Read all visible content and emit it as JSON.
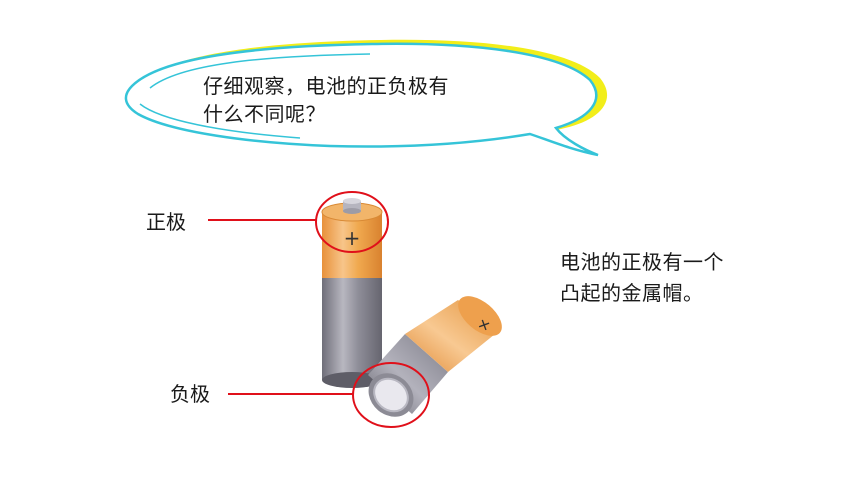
{
  "bubble": {
    "line1": "仔细观察，电池的正负极有",
    "line2": "什么不同呢？"
  },
  "labels": {
    "positive": "正极",
    "negative": "负极"
  },
  "battery_marks": {
    "upright_plus": "+",
    "lying_plus": "+"
  },
  "explanation": {
    "line1": "电池的正极有一个",
    "line2": "凸起的金属帽。"
  },
  "colors": {
    "bubble_outline": "#35c4d8",
    "bubble_highlight": "#f2ee1a",
    "callout_red": "#e0101a",
    "battery_orange": "#f0a94f",
    "battery_gray": "#8f8e99"
  }
}
